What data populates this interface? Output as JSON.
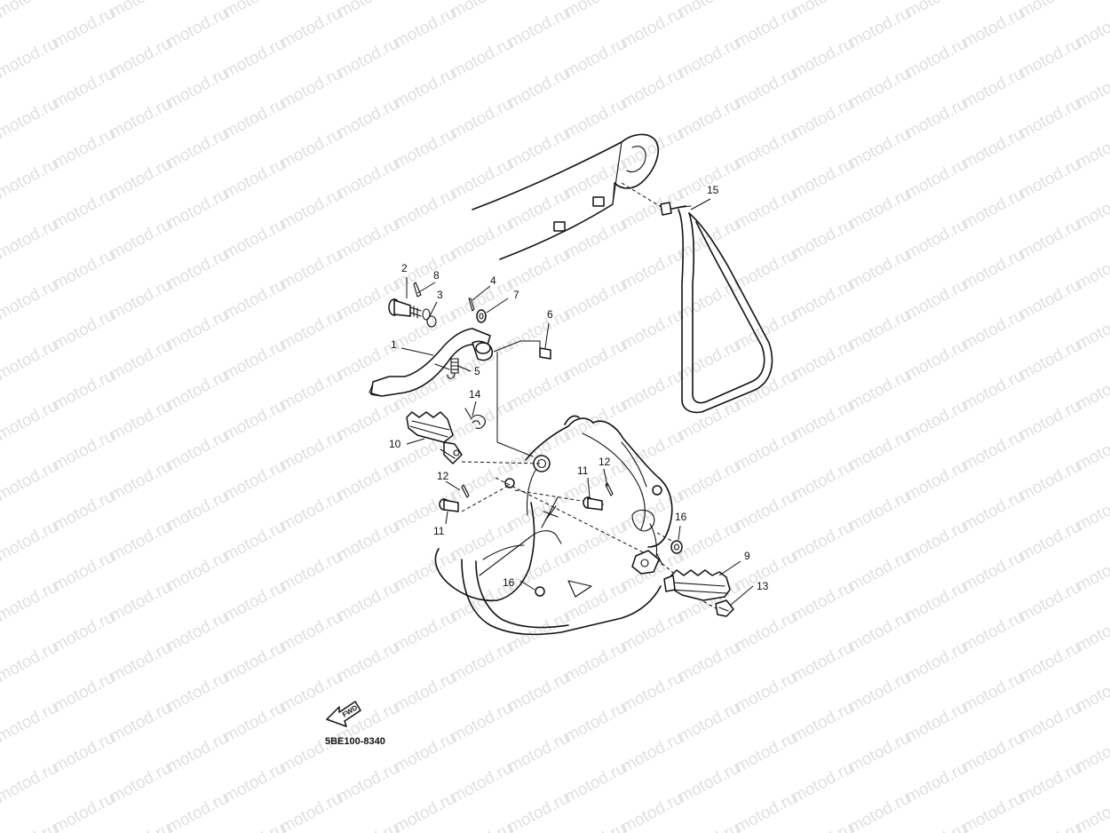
{
  "watermark": {
    "text": "motod.ru",
    "color": "#e0e0e0"
  },
  "diagram_code": "5BE100-8340",
  "fwd_label": "FWD",
  "callouts": {
    "c1": "1",
    "c2": "2",
    "c3": "3",
    "c4": "4",
    "c5": "5",
    "c6": "6",
    "c7": "7",
    "c8": "8",
    "c9": "9",
    "c10": "10",
    "c11a": "11",
    "c11b": "11",
    "c12a": "12",
    "c12b": "12",
    "c13": "13",
    "c14": "14",
    "c15": "15",
    "c16a": "16",
    "c16b": "16"
  }
}
